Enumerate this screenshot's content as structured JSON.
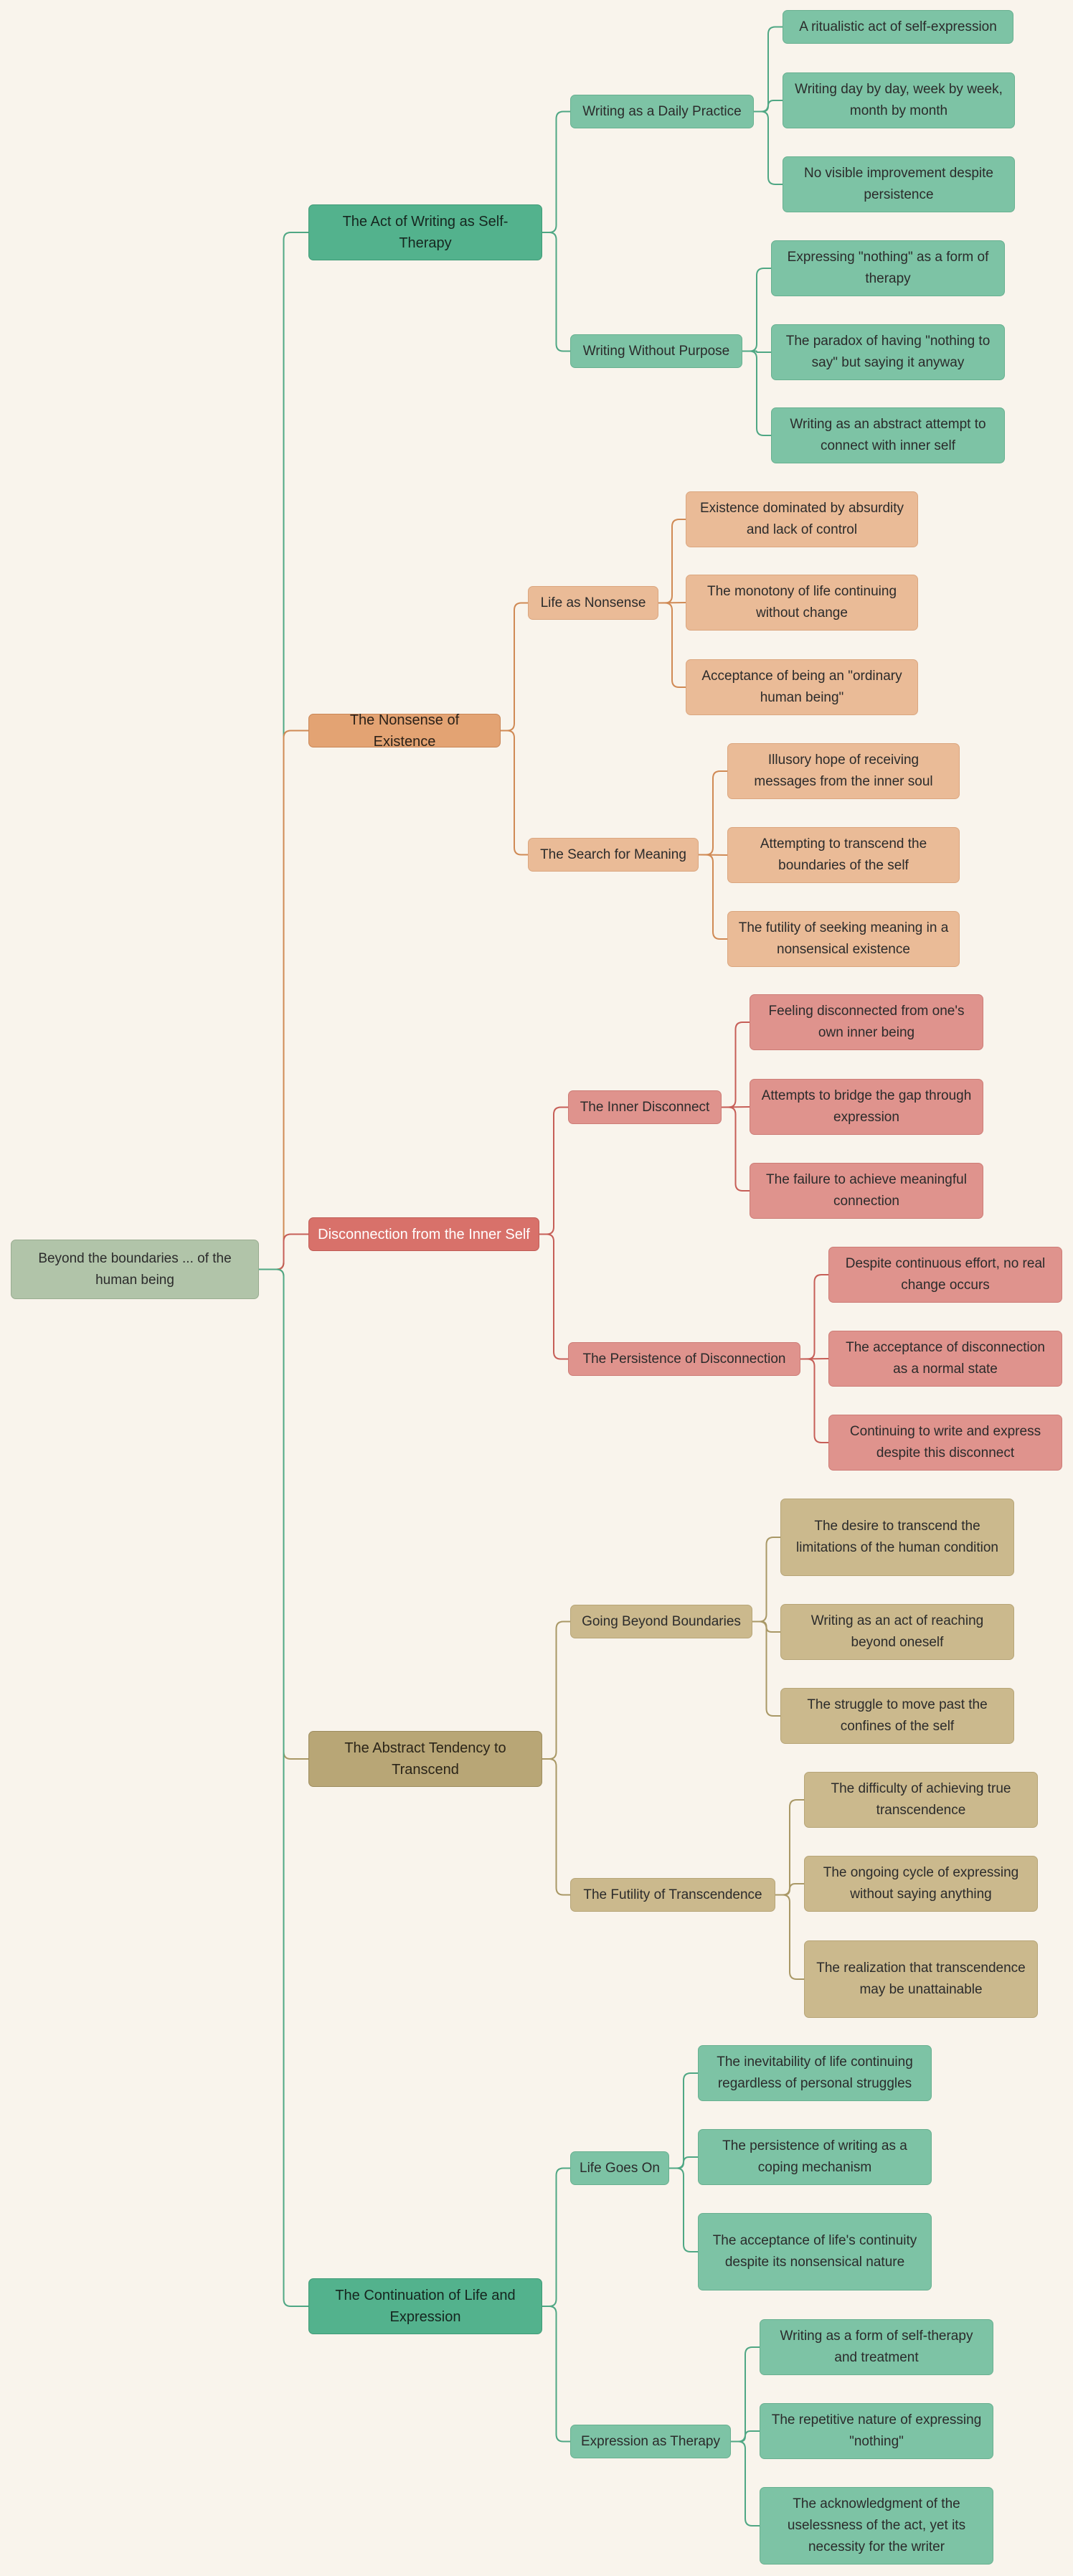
{
  "root": {
    "label": "Beyond the boundaries ... of the human being"
  },
  "colors": {
    "green": "#53b28d",
    "orange": "#e3a373",
    "red": "#d8716a",
    "olive": "#b8a676"
  },
  "branches": [
    {
      "label": "The Act of Writing as Self-Therapy",
      "color": "green",
      "children": [
        {
          "label": "Writing as a Daily Practice",
          "children": [
            "A ritualistic act of self-expression",
            "Writing day by day, week by week, month by month",
            "No visible improvement despite persistence"
          ]
        },
        {
          "label": "Writing Without Purpose",
          "children": [
            "Expressing \"nothing\" as a form of therapy",
            "The paradox of having \"nothing to say\" but saying it anyway",
            "Writing as an abstract attempt to connect with inner self"
          ]
        }
      ]
    },
    {
      "label": "The Nonsense of Existence",
      "color": "orange",
      "children": [
        {
          "label": "Life as Nonsense",
          "children": [
            "Existence dominated by absurdity and lack of control",
            "The monotony of life continuing without change",
            "Acceptance of being an \"ordinary human being\""
          ]
        },
        {
          "label": "The Search for Meaning",
          "children": [
            "Illusory hope of receiving messages from the inner soul",
            "Attempting to transcend the boundaries of the self",
            "The futility of seeking meaning in a nonsensical existence"
          ]
        }
      ]
    },
    {
      "label": "Disconnection from the Inner Self",
      "color": "red",
      "children": [
        {
          "label": "The Inner Disconnect",
          "children": [
            "Feeling disconnected from one's own inner being",
            "Attempts to bridge the gap through expression",
            "The failure to achieve meaningful connection"
          ]
        },
        {
          "label": "The Persistence of Disconnection",
          "children": [
            "Despite continuous effort, no real change occurs",
            "The acceptance of disconnection as a normal state",
            "Continuing to write and express despite this disconnect"
          ]
        }
      ]
    },
    {
      "label": "The Abstract Tendency to Transcend",
      "color": "olive",
      "children": [
        {
          "label": "Going Beyond Boundaries",
          "children": [
            "The desire to transcend the limitations of the human condition",
            "Writing as an act of reaching beyond oneself",
            "The struggle to move past the confines of the self"
          ]
        },
        {
          "label": "The Futility of Transcendence",
          "children": [
            "The difficulty of achieving true transcendence",
            "The ongoing cycle of expressing without saying anything",
            "The realization that transcendence may be unattainable"
          ]
        }
      ]
    },
    {
      "label": "The Continuation of Life and Expression",
      "color": "green",
      "children": [
        {
          "label": "Life Goes On",
          "children": [
            "The inevitability of life continuing regardless of personal struggles",
            "The persistence of writing as a coping mechanism",
            "The acceptance of life's continuity despite its nonsensical nature"
          ]
        },
        {
          "label": "Expression as Therapy",
          "children": [
            "Writing as a form of self-therapy and treatment",
            "The repetitive nature of expressing \"nothing\"",
            "The acknowledgment of the uselessness of the act, yet its necessity for the writer"
          ]
        }
      ]
    }
  ]
}
